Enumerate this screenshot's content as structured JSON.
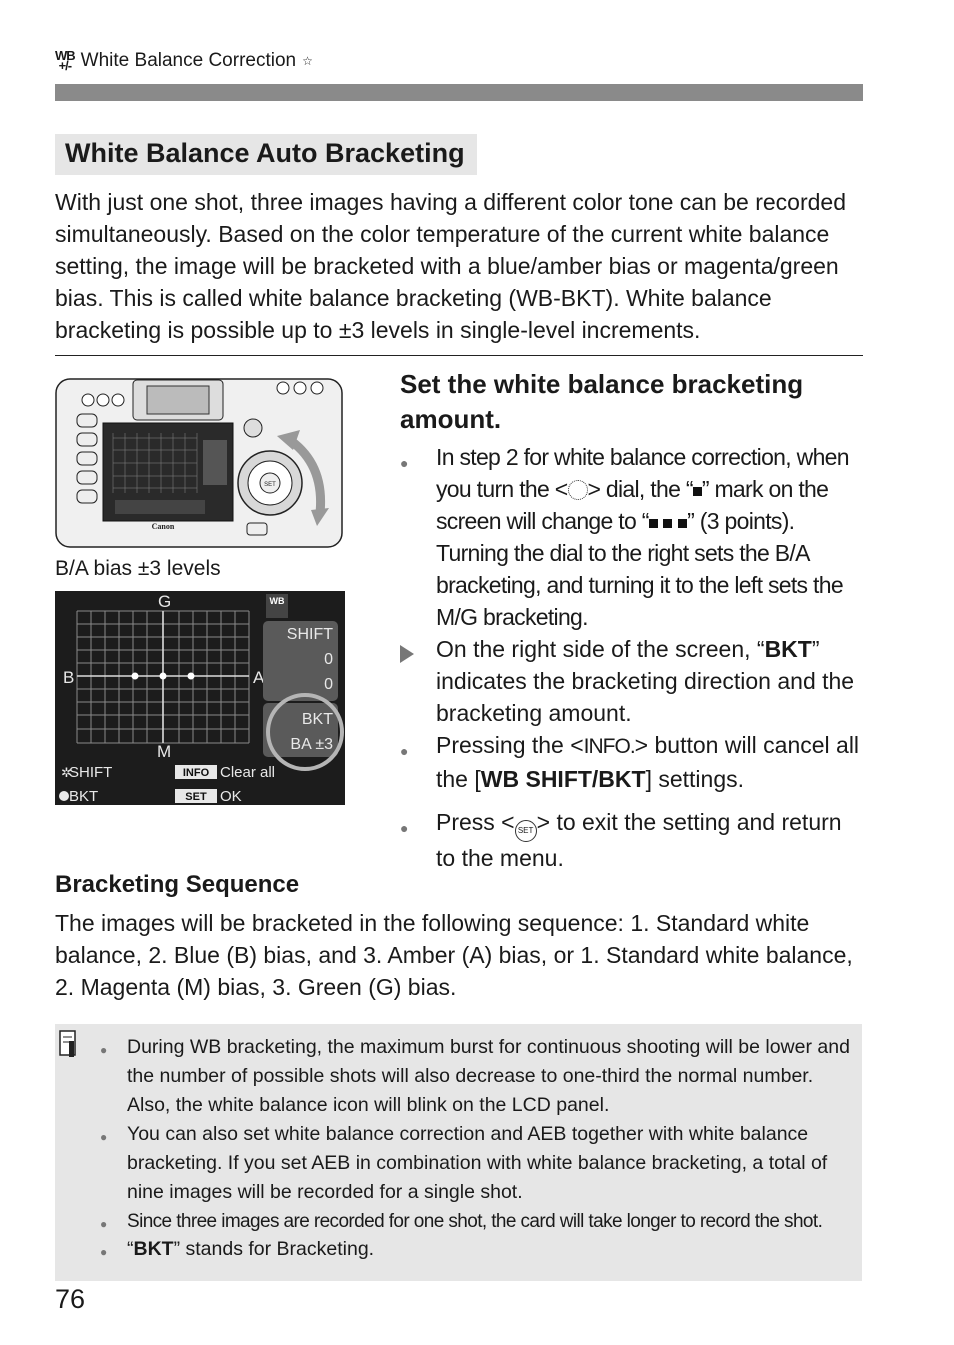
{
  "header": {
    "icon_label": "WB",
    "title": "White Balance Correction",
    "star": "☆"
  },
  "section_title": "White Balance Auto Bracketing",
  "intro": "With just one shot, three images having a different color tone can be recorded simultaneously. Based on the color temperature of the current white balance setting, the image will be bracketed with a blue/amber bias or magenta/green bias. This is called white balance bracketing (WB-BKT). White balance bracketing is possible up to ±3 levels in single-level increments.",
  "figure": {
    "caption": "B/A bias ±3 levels",
    "lcd": {
      "g": "G",
      "b": "B",
      "a": "A",
      "m": "M",
      "shift": "SHIFT",
      "shift_v1": "0",
      "shift_v2": "0",
      "bkt": "BKT",
      "bkt_val": "BA ±3",
      "row1_left": "SHIFT",
      "info": "INFO",
      "clear_all": "Clear all",
      "row2_left": "BKT",
      "set": "SET",
      "ok": "OK"
    },
    "camera": {
      "brand": "Canon",
      "set": "SET"
    }
  },
  "step": {
    "title": "Set the white balance bracketing amount.",
    "b1_a": "In step 2 for white balance correction, when you turn the <",
    "b1_b": "> dial, the “",
    "b1_c": "” mark on the screen will change to “",
    "b1_d": "” (3 points). Turning the dial to the right sets the B/A bracketing, and turning it to the left sets the M/G bracketing.",
    "b2_a": "On the right side of the screen, “",
    "b2_bold": "BKT",
    "b2_b": "” indicates the bracketing direction and the bracketing amount.",
    "b3_a": "Pressing the <",
    "b3_info": "INFO.",
    "b3_b": "> button will cancel all the [",
    "b3_bold": "WB SHIFT/BKT",
    "b3_c": "] settings.",
    "b4_a": "Press <",
    "b4_set": "SET",
    "b4_b": "> to exit the setting and return to the menu."
  },
  "bracketing": {
    "title": "Bracketing Sequence",
    "text": "The images will be bracketed in the following sequence: 1. Standard white balance, 2. Blue (B) bias, and 3. Amber (A) bias, or 1. Standard white balance, 2. Magenta (M) bias, 3. Green (G) bias."
  },
  "note": {
    "n1": "During WB bracketing, the maximum burst for continuous shooting will be lower and the number of possible shots will also decrease to one-third the normal number. Also, the white balance icon will blink on the LCD panel.",
    "n2": "You can also set white balance correction and AEB together with white balance bracketing. If you set AEB in combination with white balance bracketing, a total of nine images will be recorded for a single shot.",
    "n3": "Since three images are recorded for one shot, the card will take longer to record the shot.",
    "n4_a": "“",
    "n4_bold": "BKT",
    "n4_b": "” stands for Bracketing."
  },
  "page_number": "76"
}
